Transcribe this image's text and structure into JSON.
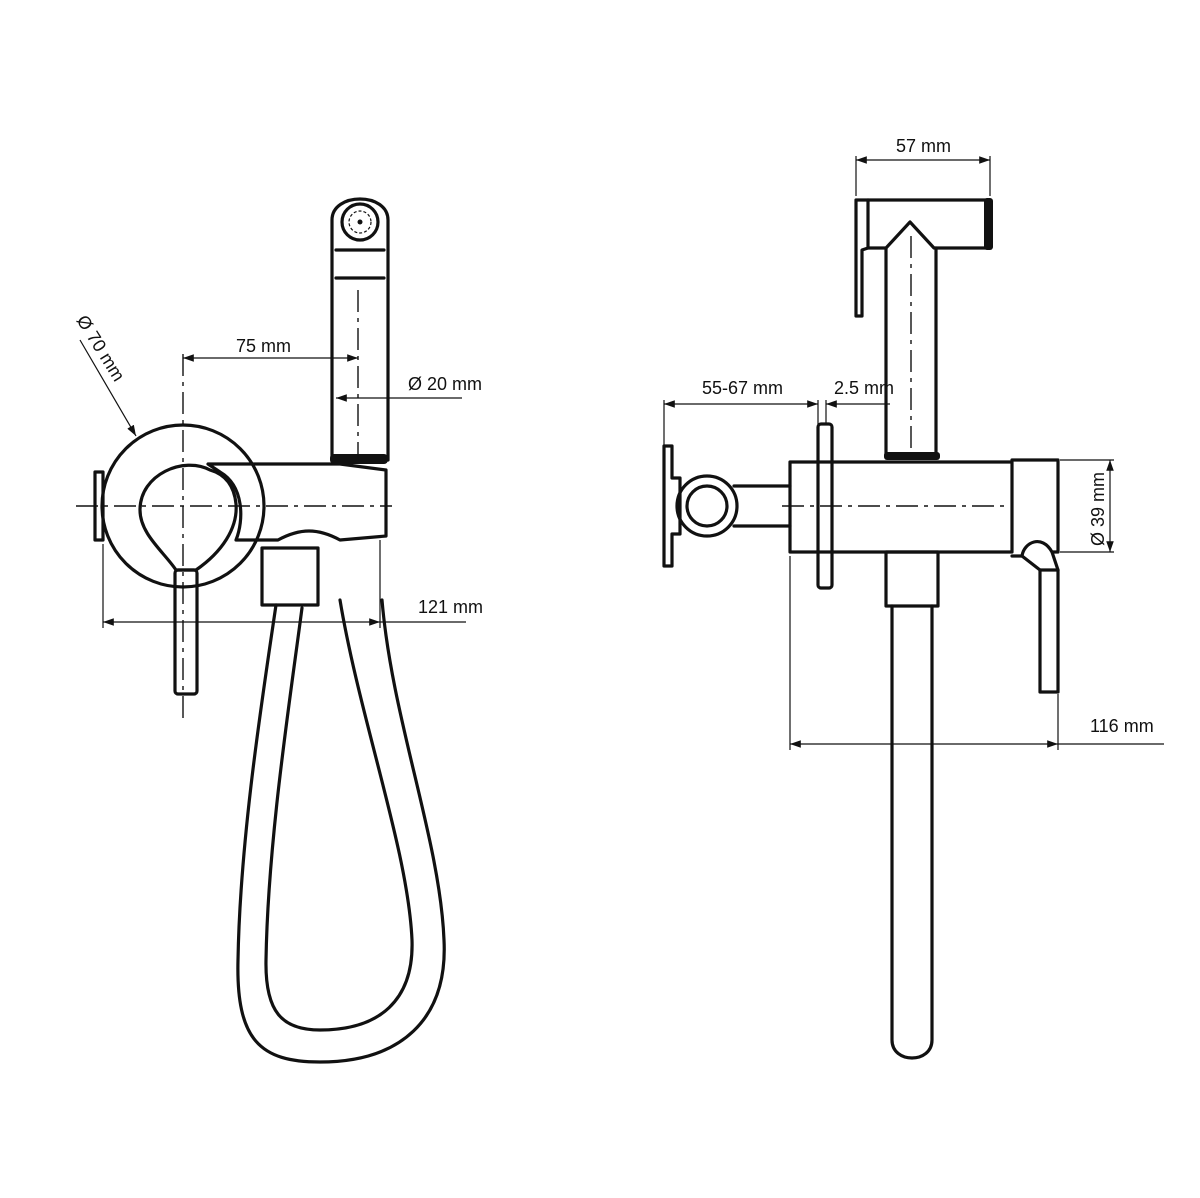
{
  "front_view": {
    "dim_diameter_plate": "Ø 70 mm",
    "dim_offset": "75 mm",
    "dim_diameter_handle": "Ø 20 mm",
    "dim_width": "121 mm"
  },
  "side_view": {
    "dim_sprayer_length": "57 mm",
    "dim_wall_depth": "55-67 mm",
    "dim_plate_thickness": "2.5 mm",
    "dim_body_diameter": "Ø 39 mm",
    "dim_overall_length": "116 mm"
  }
}
